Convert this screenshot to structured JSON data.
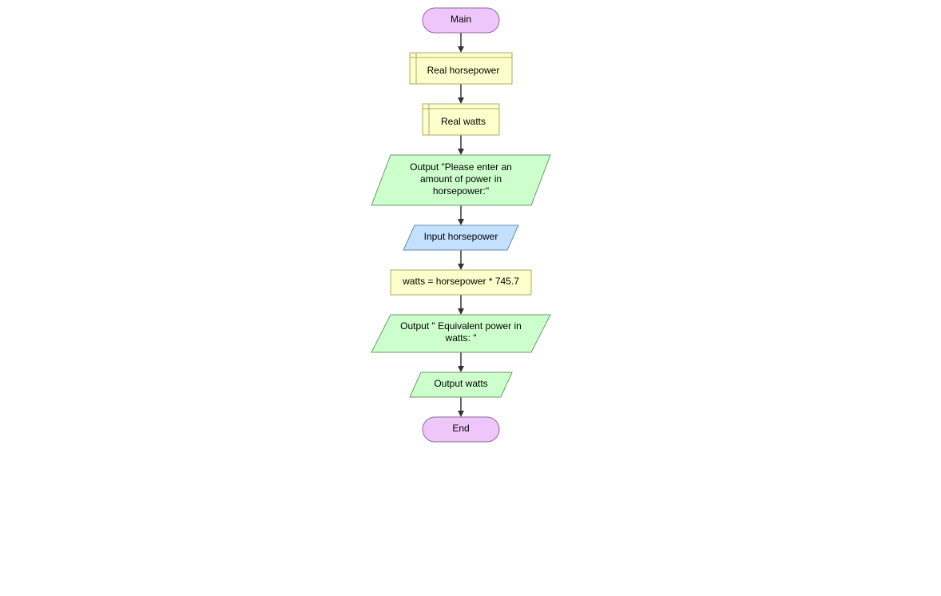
{
  "colors": {
    "terminal_fill": "#eec6f9",
    "terminal_stroke": "#8a6a99",
    "declare_fill": "#ffffcc",
    "declare_stroke": "#a8a86a",
    "assign_fill": "#ffffcc",
    "assign_stroke": "#a8a86a",
    "output_fill": "#ccffcc",
    "output_stroke": "#6a9a6a",
    "input_fill": "#c4e0ff",
    "input_stroke": "#6a8aaa",
    "connector": "#333333"
  },
  "flowchart": {
    "nodes": [
      {
        "id": "start",
        "type": "terminal",
        "lines": [
          "Main"
        ]
      },
      {
        "id": "declare-horsepower",
        "type": "declare",
        "lines": [
          "Real horsepower"
        ]
      },
      {
        "id": "declare-watts",
        "type": "declare",
        "lines": [
          "Real watts"
        ]
      },
      {
        "id": "output-prompt",
        "type": "output",
        "lines": [
          "Output \"Please enter an",
          "amount of power in",
          "horsepower:\""
        ]
      },
      {
        "id": "input-horsepower",
        "type": "input",
        "lines": [
          "Input horsepower"
        ]
      },
      {
        "id": "assign-watts",
        "type": "assign",
        "lines": [
          "watts = horsepower * 745.7"
        ]
      },
      {
        "id": "output-label",
        "type": "output",
        "lines": [
          "Output \" Equivalent power in",
          "watts: \""
        ]
      },
      {
        "id": "output-watts",
        "type": "output",
        "lines": [
          "Output watts"
        ]
      },
      {
        "id": "end",
        "type": "terminal",
        "lines": [
          "End"
        ]
      }
    ]
  }
}
